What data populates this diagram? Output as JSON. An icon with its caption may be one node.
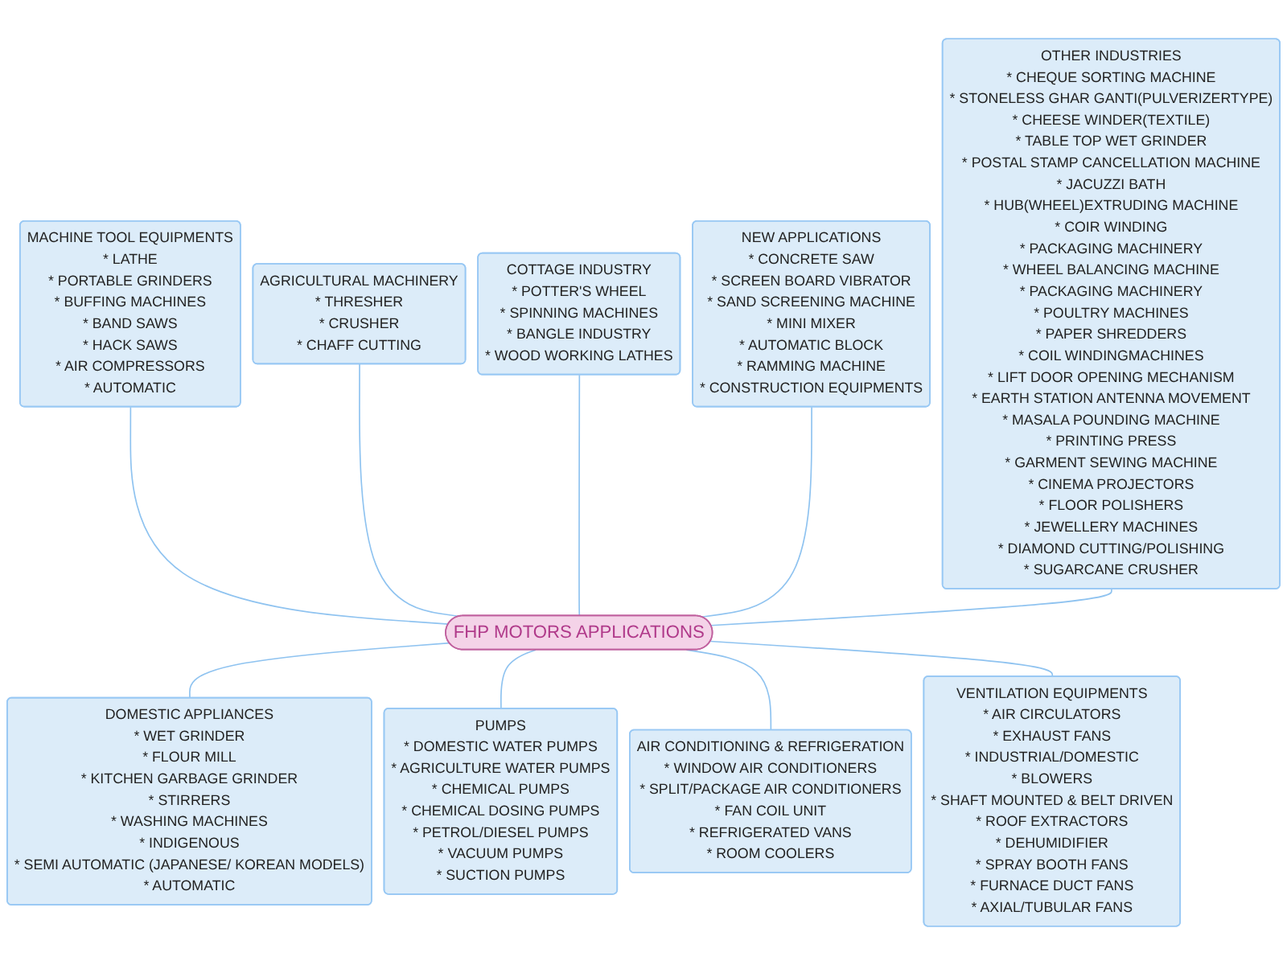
{
  "diagram": {
    "nodes": [
      {
        "text": [
          "MACHINE TOOL EQUIPMENTS",
          "* LATHE",
          "* PORTABLE GRINDERS",
          "* BUFFING MACHINES",
          "* BAND SAWS",
          "* HACK SAWS",
          "* AIR COMPRESSORS",
          "* AUTOMATIC"
        ]
      },
      {
        "text": [
          "COTTAGE INDUSTRY",
          "* POTTER'S WHEEL",
          "* SPINNING MACHINES",
          "* BANGLE INDUSTRY",
          "* WOOD WORKING LATHES"
        ]
      },
      {
        "text": [
          "OTHER INDUSTRIES",
          "* CHEQUE SORTING MACHINE",
          "* STONELESS GHAR GANTI(PULVERIZERTYPE)",
          "* CHEESE WINDER(TEXTILE)",
          "* TABLE TOP WET GRINDER",
          "* POSTAL STAMP CANCELLATION MACHINE",
          "* JACUZZI BATH",
          "* HUB(WHEEL)EXTRUDING MACHINE",
          "* COIR WINDING",
          "* PACKAGING MACHINERY",
          "* WHEEL BALANCING MACHINE",
          "* PACKAGING MACHINERY",
          "* POULTRY MACHINES",
          "* PAPER SHREDDERS",
          "* COIL WINDINGMACHINES",
          "* LIFT DOOR OPENING MECHANISM",
          "* EARTH STATION ANTENNA MOVEMENT",
          "* MASALA POUNDING MACHINE",
          "* PRINTING PRESS",
          "* GARMENT SEWING MACHINE",
          "* CINEMA PROJECTORS",
          "* FLOOR POLISHERS",
          "* JEWELLERY MACHINES",
          "* DIAMOND CUTTING/POLISHING",
          "* SUGARCANE CRUSHER"
        ]
      },
      {
        "text": [
          "AGRICULTURAL MACHINERY",
          "* THRESHER",
          "* CRUSHER",
          "* CHAFF CUTTING"
        ]
      },
      {
        "text": [
          "NEW APPLICATIONS",
          "* CONCRETE SAW",
          "* SCREEN BOARD VIBRATOR",
          "* SAND SCREENING MACHINE",
          "* MINI MIXER",
          "* AUTOMATIC BLOCK",
          "* RAMMING MACHINE",
          "* CONSTRUCTION EQUIPMENTS"
        ]
      },
      {
        "text": [
          "FHP MOTORS APPLICATIONS"
        ]
      },
      {
        "text": [
          "DOMESTIC APPLIANCES",
          "* WET GRINDER",
          "* FLOUR MILL",
          "* KITCHEN GARBAGE GRINDER",
          "* STIRRERS",
          "* WASHING MACHINES",
          "* INDIGENOUS",
          "* SEMI AUTOMATIC (JAPANESE/ KOREAN MODELS)",
          "* AUTOMATIC"
        ]
      },
      {
        "text": [
          "PUMPS",
          "* DOMESTIC WATER PUMPS",
          "* AGRICULTURE WATER PUMPS",
          "* CHEMICAL PUMPS",
          "* CHEMICAL DOSING PUMPS",
          "* PETROL/DIESEL PUMPS",
          "* VACUUM PUMPS",
          "* SUCTION PUMPS"
        ]
      },
      {
        "text": [
          "AIR CONDITIONING & REFRIGERATION",
          "* WINDOW AIR CONDITIONERS",
          "* SPLIT/PACKAGE AIR CONDITIONERS",
          "* FAN COIL UNIT",
          "* REFRIGERATED VANS",
          "* ROOM COOLERS"
        ]
      },
      {
        "text": [
          "VENTILATION EQUIPMENTS",
          "* AIR CIRCULATORS",
          "* EXHAUST FANS",
          "* INDUSTRIAL/DOMESTIC",
          "* BLOWERS",
          "* SHAFT MOUNTED & BELT DRIVEN",
          "* ROOF EXTRACTORS",
          "* DEHUMIDIFIER",
          "* SPRAY BOOTH FANS",
          "* FURNACE DUCT FANS",
          "* AXIAL/TUBULAR FANS"
        ]
      }
    ],
    "edges": [
      {
        "from": 0,
        "to": 5,
        "arrow": "none"
      },
      {
        "from": 3,
        "to": 5,
        "arrow": "none"
      },
      {
        "from": 1,
        "to": 5,
        "arrow": "none"
      },
      {
        "from": 4,
        "to": 5,
        "arrow": "none"
      },
      {
        "from": 2,
        "to": 5,
        "arrow": "none"
      },
      {
        "from": 5,
        "to": 6,
        "arrow": "none"
      },
      {
        "from": 5,
        "to": 7,
        "arrow": "none"
      },
      {
        "from": 5,
        "to": 8,
        "arrow": "none"
      },
      {
        "from": 5,
        "to": 9,
        "arrow": "none"
      }
    ]
  }
}
